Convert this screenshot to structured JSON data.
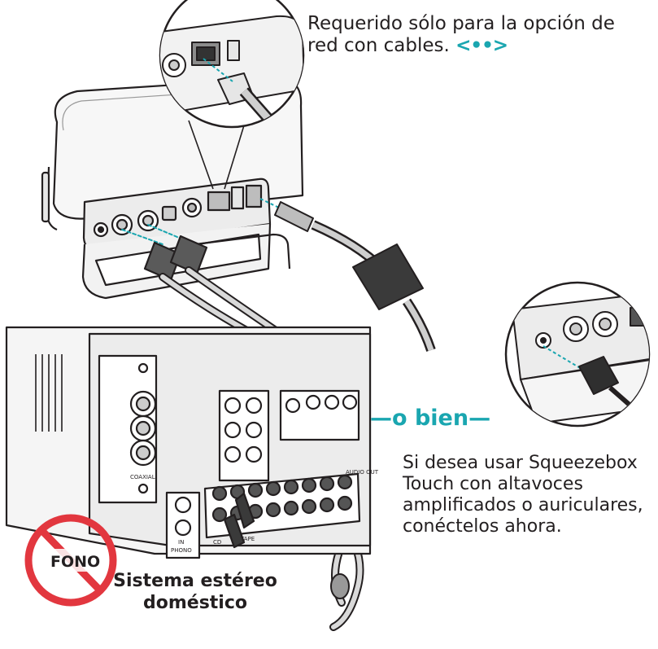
{
  "network_note": {
    "text": "Requerido sólo para la opción de red con cables.",
    "icon": "ethernet-arrows-icon",
    "icon_glyph": "<••>",
    "icon_color": "#1aa6b0"
  },
  "or_label": "—o bien—",
  "amplified_note": "Si desea usar Squeezebox Touch con altavoces amplificados o auriculares, conéctelos ahora.",
  "stereo_label": "Sistema estéreo doméstico",
  "phono_badge": "FONO",
  "panel_labels": {
    "coaxial": "COAXIAL",
    "in": "IN",
    "phono": "PHONO",
    "cd": "CD",
    "tape": "TAPE",
    "audio_out": "AUDIO OUT"
  },
  "colors": {
    "accent": "#1aa6b0",
    "prohibit": "#e2373f",
    "line": "#231f20",
    "fill_light": "#f2f2f2",
    "fill_mid": "#d9d9d9"
  }
}
